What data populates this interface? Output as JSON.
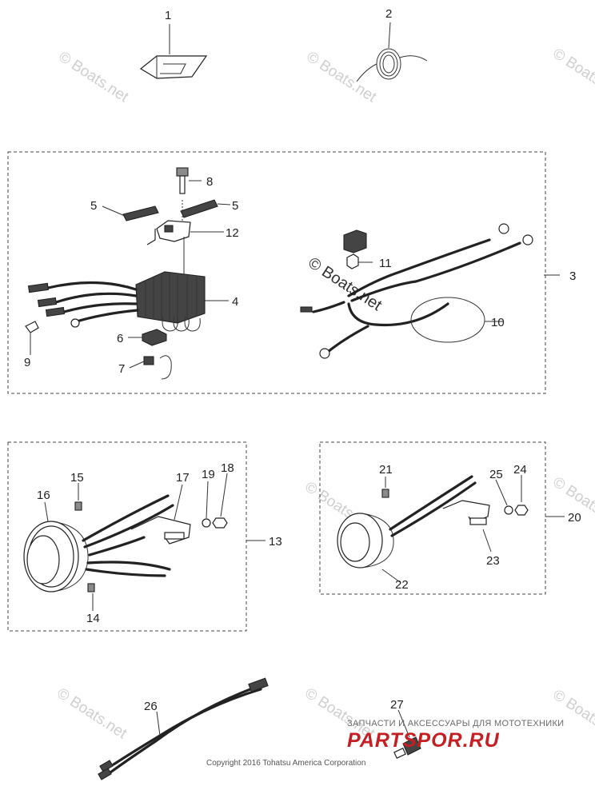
{
  "diagram": {
    "parts": [
      {
        "id": "part-1",
        "label": "1"
      },
      {
        "id": "part-2",
        "label": "2"
      },
      {
        "id": "part-3",
        "label": "3"
      },
      {
        "id": "part-4",
        "label": "4"
      },
      {
        "id": "part-5a",
        "label": "5"
      },
      {
        "id": "part-5b",
        "label": "5"
      },
      {
        "id": "part-6",
        "label": "6"
      },
      {
        "id": "part-7",
        "label": "7"
      },
      {
        "id": "part-8",
        "label": "8"
      },
      {
        "id": "part-9",
        "label": "9"
      },
      {
        "id": "part-10",
        "label": "10"
      },
      {
        "id": "part-11",
        "label": "11"
      },
      {
        "id": "part-12",
        "label": "12"
      },
      {
        "id": "part-13",
        "label": "13"
      },
      {
        "id": "part-14",
        "label": "14"
      },
      {
        "id": "part-15",
        "label": "15"
      },
      {
        "id": "part-16",
        "label": "16"
      },
      {
        "id": "part-17",
        "label": "17"
      },
      {
        "id": "part-18",
        "label": "18"
      },
      {
        "id": "part-19",
        "label": "19"
      },
      {
        "id": "part-20",
        "label": "20"
      },
      {
        "id": "part-21",
        "label": "21"
      },
      {
        "id": "part-22",
        "label": "22"
      },
      {
        "id": "part-23",
        "label": "23"
      },
      {
        "id": "part-24",
        "label": "24"
      },
      {
        "id": "part-25",
        "label": "25"
      },
      {
        "id": "part-26",
        "label": "26"
      },
      {
        "id": "part-27",
        "label": "27"
      }
    ]
  },
  "watermark": {
    "text": "© Boats.net"
  },
  "copyright": "Copyright 2016 Tohatsu America Corporation",
  "promo": {
    "tagline": "ЗАПЧАСТИ И АКСЕССУАРЫ ДЛЯ МОТОТЕХНИКИ",
    "brand": "PARTSPOR.RU"
  }
}
